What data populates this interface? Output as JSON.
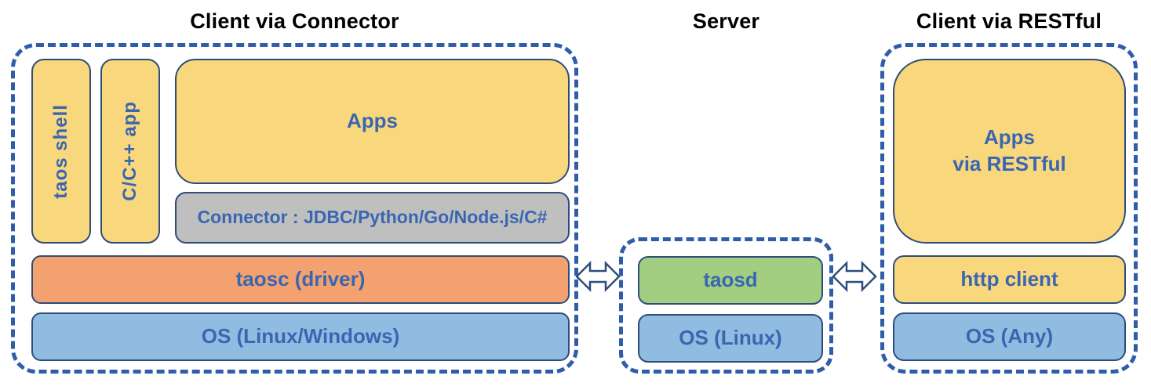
{
  "titles": {
    "left": "Client via Connector",
    "server": "Server",
    "right": "Client via RESTful"
  },
  "left_section": {
    "taos_shell": "taos shell",
    "cpp_app": "C/C++ app",
    "apps": "Apps",
    "connector": "Connector : JDBC/Python/Go/Node.js/C#",
    "taosc": "taosc (driver)",
    "os": "OS (Linux/Windows)"
  },
  "server_section": {
    "taosd": "taosd",
    "os": "OS (Linux)"
  },
  "right_section": {
    "apps_line1": "Apps",
    "apps_line2": "via RESTful",
    "http_client": "http client",
    "os": "OS (Any)"
  },
  "icons": {
    "left_arrow": "double-headed-arrow",
    "right_arrow": "double-headed-arrow"
  },
  "colors": {
    "yellow_box": "#F9D77C",
    "gray_box": "#BFBFBF",
    "orange_box": "#F2A16F",
    "blue_box": "#8FBCE0",
    "green_box": "#A2CE81",
    "dashed_border": "#2F5DA9",
    "box_border": "#2E4D7B",
    "label_text": "#3A66B1",
    "title_text": "#000000"
  }
}
